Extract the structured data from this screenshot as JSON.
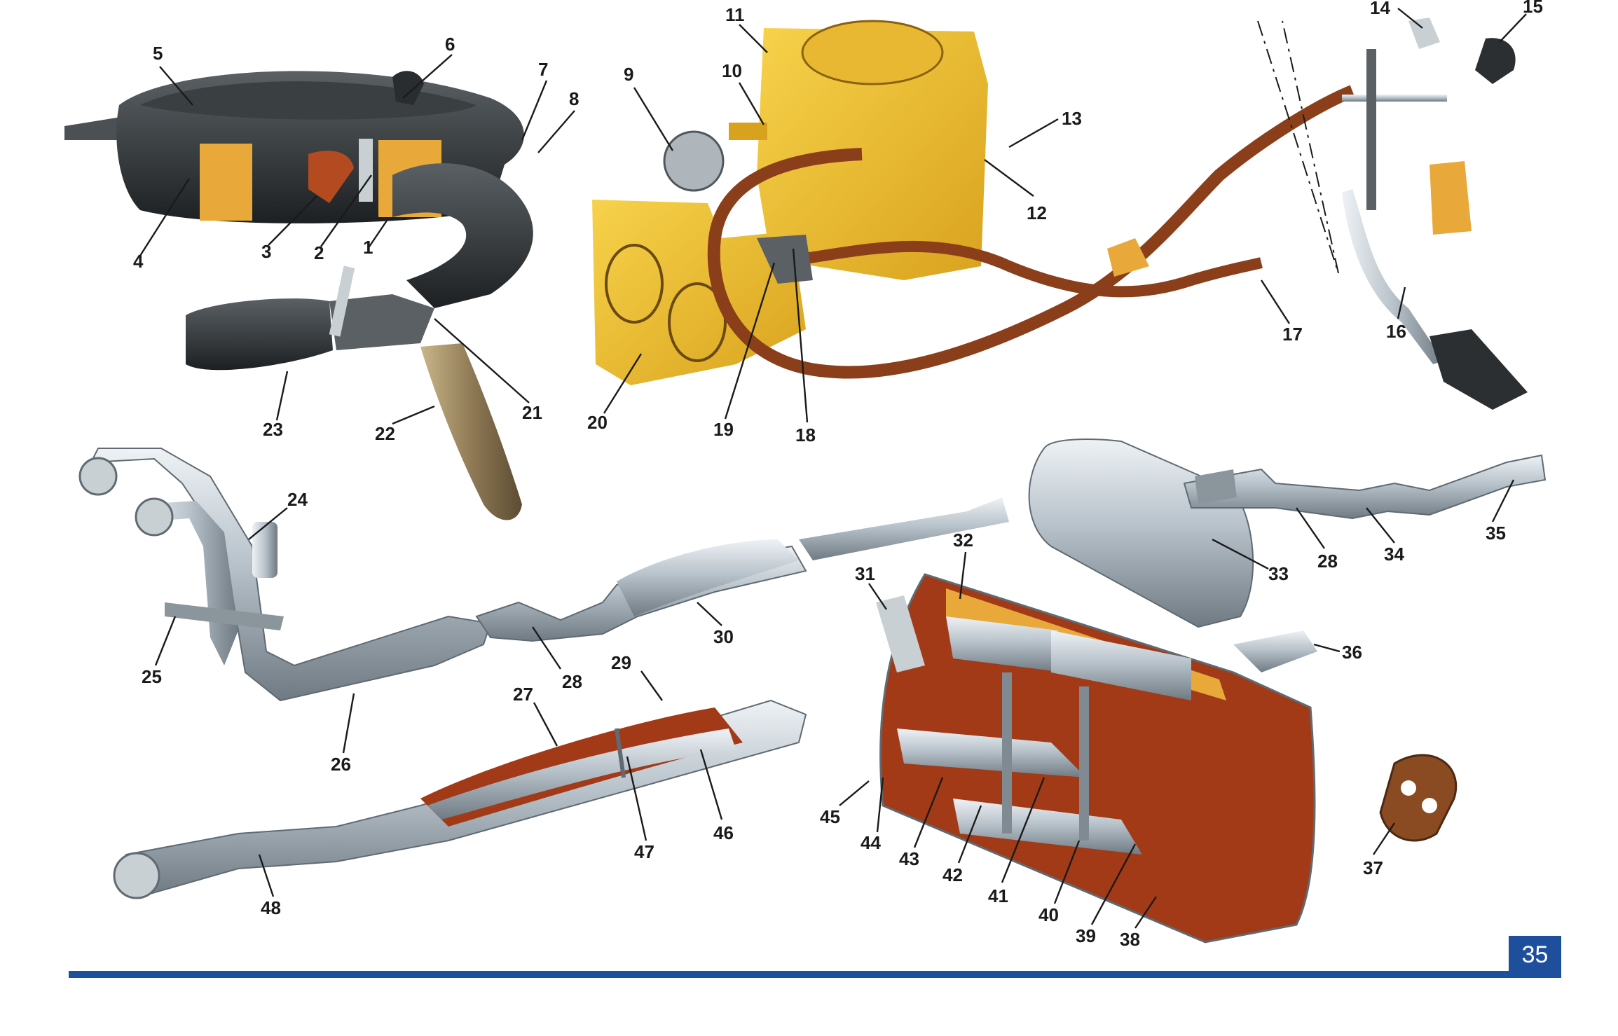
{
  "page": {
    "number": "35"
  },
  "colors": {
    "rule": "#1d4f9c",
    "carburettor": "#f2c230",
    "pipe_light": "#cfd6dc",
    "pipe_dark": "#7f8a93",
    "housing_dark": "#2b2f31",
    "muffler_interior": "#a23a17",
    "cable_brown": "#8a3f1a",
    "insulation": "#e8a83a"
  },
  "diagram": {
    "callouts": [
      {
        "id": "1",
        "label": "1"
      },
      {
        "id": "2",
        "label": "2"
      },
      {
        "id": "3",
        "label": "3"
      },
      {
        "id": "4",
        "label": "4"
      },
      {
        "id": "5",
        "label": "5"
      },
      {
        "id": "6",
        "label": "6"
      },
      {
        "id": "7",
        "label": "7"
      },
      {
        "id": "8",
        "label": "8"
      },
      {
        "id": "9",
        "label": "9"
      },
      {
        "id": "10",
        "label": "10"
      },
      {
        "id": "11",
        "label": "11"
      },
      {
        "id": "12",
        "label": "12"
      },
      {
        "id": "13",
        "label": "13"
      },
      {
        "id": "14",
        "label": "14"
      },
      {
        "id": "15",
        "label": "15"
      },
      {
        "id": "16",
        "label": "16"
      },
      {
        "id": "17",
        "label": "17"
      },
      {
        "id": "18",
        "label": "18"
      },
      {
        "id": "19",
        "label": "19"
      },
      {
        "id": "20",
        "label": "20"
      },
      {
        "id": "21",
        "label": "21"
      },
      {
        "id": "22",
        "label": "22"
      },
      {
        "id": "23",
        "label": "23"
      },
      {
        "id": "24",
        "label": "24"
      },
      {
        "id": "25",
        "label": "25"
      },
      {
        "id": "26",
        "label": "26"
      },
      {
        "id": "27",
        "label": "27"
      },
      {
        "id": "28a",
        "label": "28"
      },
      {
        "id": "28b",
        "label": "28"
      },
      {
        "id": "29",
        "label": "29"
      },
      {
        "id": "30",
        "label": "30"
      },
      {
        "id": "31",
        "label": "31"
      },
      {
        "id": "32",
        "label": "32"
      },
      {
        "id": "33",
        "label": "33"
      },
      {
        "id": "34",
        "label": "34"
      },
      {
        "id": "35",
        "label": "35"
      },
      {
        "id": "36",
        "label": "36"
      },
      {
        "id": "37",
        "label": "37"
      },
      {
        "id": "38",
        "label": "38"
      },
      {
        "id": "39",
        "label": "39"
      },
      {
        "id": "40",
        "label": "40"
      },
      {
        "id": "41",
        "label": "41"
      },
      {
        "id": "42",
        "label": "42"
      },
      {
        "id": "43",
        "label": "43"
      },
      {
        "id": "44",
        "label": "44"
      },
      {
        "id": "45",
        "label": "45"
      },
      {
        "id": "46",
        "label": "46"
      },
      {
        "id": "47",
        "label": "47"
      },
      {
        "id": "48",
        "label": "48"
      }
    ]
  }
}
